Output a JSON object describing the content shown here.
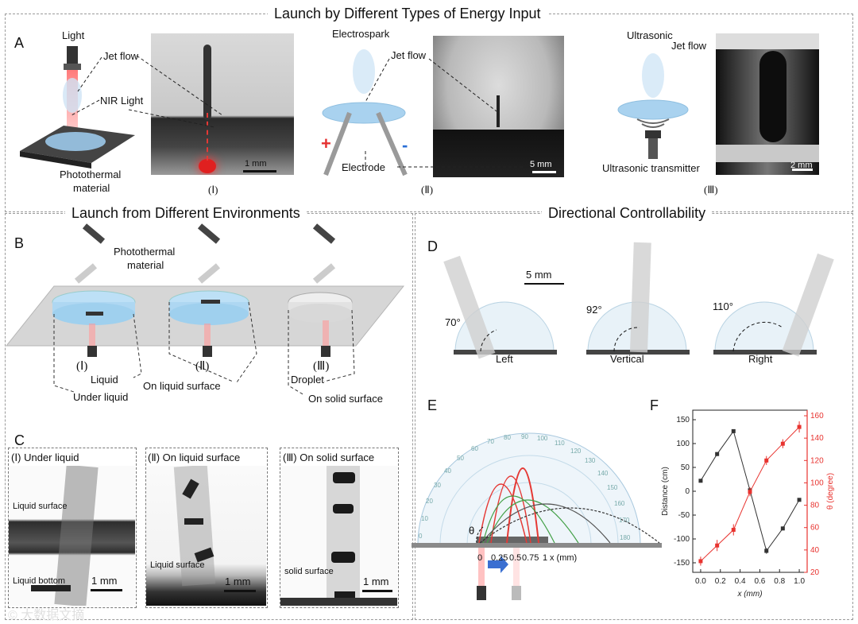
{
  "sections": {
    "top_title": "Launch by Different Types of Energy Input",
    "env_title": "Launch from Different Environments",
    "dir_title": "Directional Controllability"
  },
  "panel_A": {
    "letter": "A",
    "light": {
      "title": "Light",
      "jet": "Jet flow",
      "nir": "NIR Light",
      "material_1": "Photothermal",
      "material_2": "material",
      "scale": "1 mm",
      "roman": "(Ⅰ)"
    },
    "spark": {
      "title": "Electrospark",
      "jet": "Jet flow",
      "electrode": "Electrode",
      "plus": "+",
      "minus": "-",
      "scale": "5 mm",
      "roman": "(Ⅱ)"
    },
    "ultra": {
      "title": "Ultrasonic",
      "jet": "Jet flow",
      "transmitter": "Ultrasonic transmitter",
      "scale": "2 mm",
      "roman": "(Ⅲ)"
    }
  },
  "panel_B": {
    "letter": "B",
    "material_1": "Photothermal",
    "material_2": "material",
    "roman": [
      "(Ⅰ)",
      "(Ⅱ)",
      "(Ⅲ)"
    ],
    "liquid": "Liquid",
    "under": "Under liquid",
    "onliq": "On liquid surface",
    "droplet": "Droplet",
    "onsolid": "On solid surface"
  },
  "panel_C": {
    "letter": "C",
    "p1": {
      "title": "(Ⅰ)   Under liquid",
      "surface": "Liquid surface",
      "bottom": "Liquid bottom",
      "scale": "1 mm"
    },
    "p2": {
      "title": "(Ⅱ) On liquid surface",
      "surface": "Liquid surface",
      "scale": "1 mm"
    },
    "p3": {
      "title": "(Ⅲ)  On solid surface",
      "surface": "solid surface",
      "scale": "1 mm"
    }
  },
  "panel_D": {
    "letter": "D",
    "scale": "5 mm",
    "items": [
      {
        "angle": "70°",
        "label": "Left"
      },
      {
        "angle": "92°",
        "label": "Vertical"
      },
      {
        "angle": "110°",
        "label": "Right"
      }
    ]
  },
  "panel_E": {
    "letter": "E",
    "theta": "θ",
    "xticks": [
      "0",
      "0.25",
      "0.5",
      "0.75",
      "1"
    ],
    "xunit": "x (mm)",
    "protractor": [
      "0",
      "10",
      "20",
      "30",
      "40",
      "50",
      "60",
      "70",
      "80",
      "90",
      "100",
      "110",
      "120",
      "130",
      "140",
      "150",
      "160",
      "170",
      "180"
    ]
  },
  "panel_F": {
    "letter": "F"
  },
  "chart_data": {
    "type": "line",
    "xlabel": "x (mm)",
    "x": [
      0,
      0.167,
      0.333,
      0.5,
      0.667,
      0.833,
      1.0
    ],
    "xticks": [
      "0.0",
      "0.2",
      "0.4",
      "0.6",
      "0.8",
      "1.0"
    ],
    "series": [
      {
        "name": "Distance (cm)",
        "axis": "left",
        "color": "#333333",
        "values": [
          22,
          78,
          126,
          2,
          -125,
          -78,
          -18
        ],
        "errors": [
          3,
          4,
          4,
          5,
          6,
          4,
          3
        ]
      },
      {
        "name": "θ (degree)",
        "axis": "right",
        "color": "#e8332f",
        "values": [
          30,
          44,
          58,
          92,
          120,
          135,
          150
        ],
        "errors": [
          4,
          5,
          5,
          4,
          4,
          4,
          5
        ]
      }
    ],
    "ylabel_left": "Distance (cm)",
    "ylim_left": [
      -170,
      170
    ],
    "yticks_left": [
      "-150",
      "-100",
      "-50",
      "0",
      "50",
      "100",
      "150"
    ],
    "ylabel_right": "θ (degree)",
    "ylim_right": [
      20,
      165
    ],
    "yticks_right": [
      "20",
      "40",
      "60",
      "80",
      "100",
      "120",
      "140",
      "160"
    ],
    "grid": false
  },
  "watermark": "© 大数据文摘"
}
